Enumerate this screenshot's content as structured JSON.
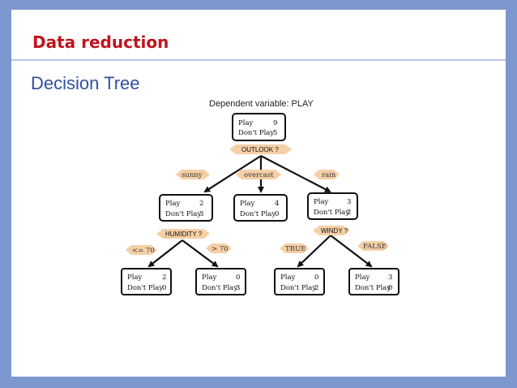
{
  "slide": {
    "title": "Data reduction",
    "subtitle": "Decision Tree"
  },
  "tree": {
    "header": "Dependent variable: PLAY",
    "root": {
      "play_label": "Play",
      "play_count": "9",
      "dont_label": "Don't Play",
      "dont_count": "5"
    },
    "root_split": "OUTLOOK ?",
    "edges": {
      "sunny": "sunny",
      "overcast": "overcast",
      "rain": "rain"
    },
    "sunny_node": {
      "play_label": "Play",
      "play_count": "2",
      "dont_label": "Don't Play",
      "dont_count": "3"
    },
    "overcast_node": {
      "play_label": "Play",
      "play_count": "4",
      "dont_label": "Don't Play",
      "dont_count": "0"
    },
    "rain_node": {
      "play_label": "Play",
      "play_count": "3",
      "dont_label": "Don't Play",
      "dont_count": "2"
    },
    "humidity_split": "HUMIDITY ?",
    "windy_split": "WINDY ?",
    "humidity_edges": {
      "le70": "<= 70",
      "gt70": "> 70"
    },
    "windy_edges": {
      "true": "TRUE",
      "false": "FALSE"
    },
    "leaves": [
      {
        "play_label": "Play",
        "play_count": "2",
        "dont_label": "Don't Play",
        "dont_count": "0"
      },
      {
        "play_label": "Play",
        "play_count": "0",
        "dont_label": "Don't Play",
        "dont_count": "3"
      },
      {
        "play_label": "Play",
        "play_count": "0",
        "dont_label": "Don't Play",
        "dont_count": "2"
      },
      {
        "play_label": "Play",
        "play_count": "3",
        "dont_label": "Don't Play",
        "dont_count": "0"
      }
    ]
  },
  "colors": {
    "title_red": "#c0141c",
    "subtitle_blue": "#2f4fa2",
    "frame_blue": "#7d98cf",
    "edge_label_fill": "#f5cfa6"
  }
}
